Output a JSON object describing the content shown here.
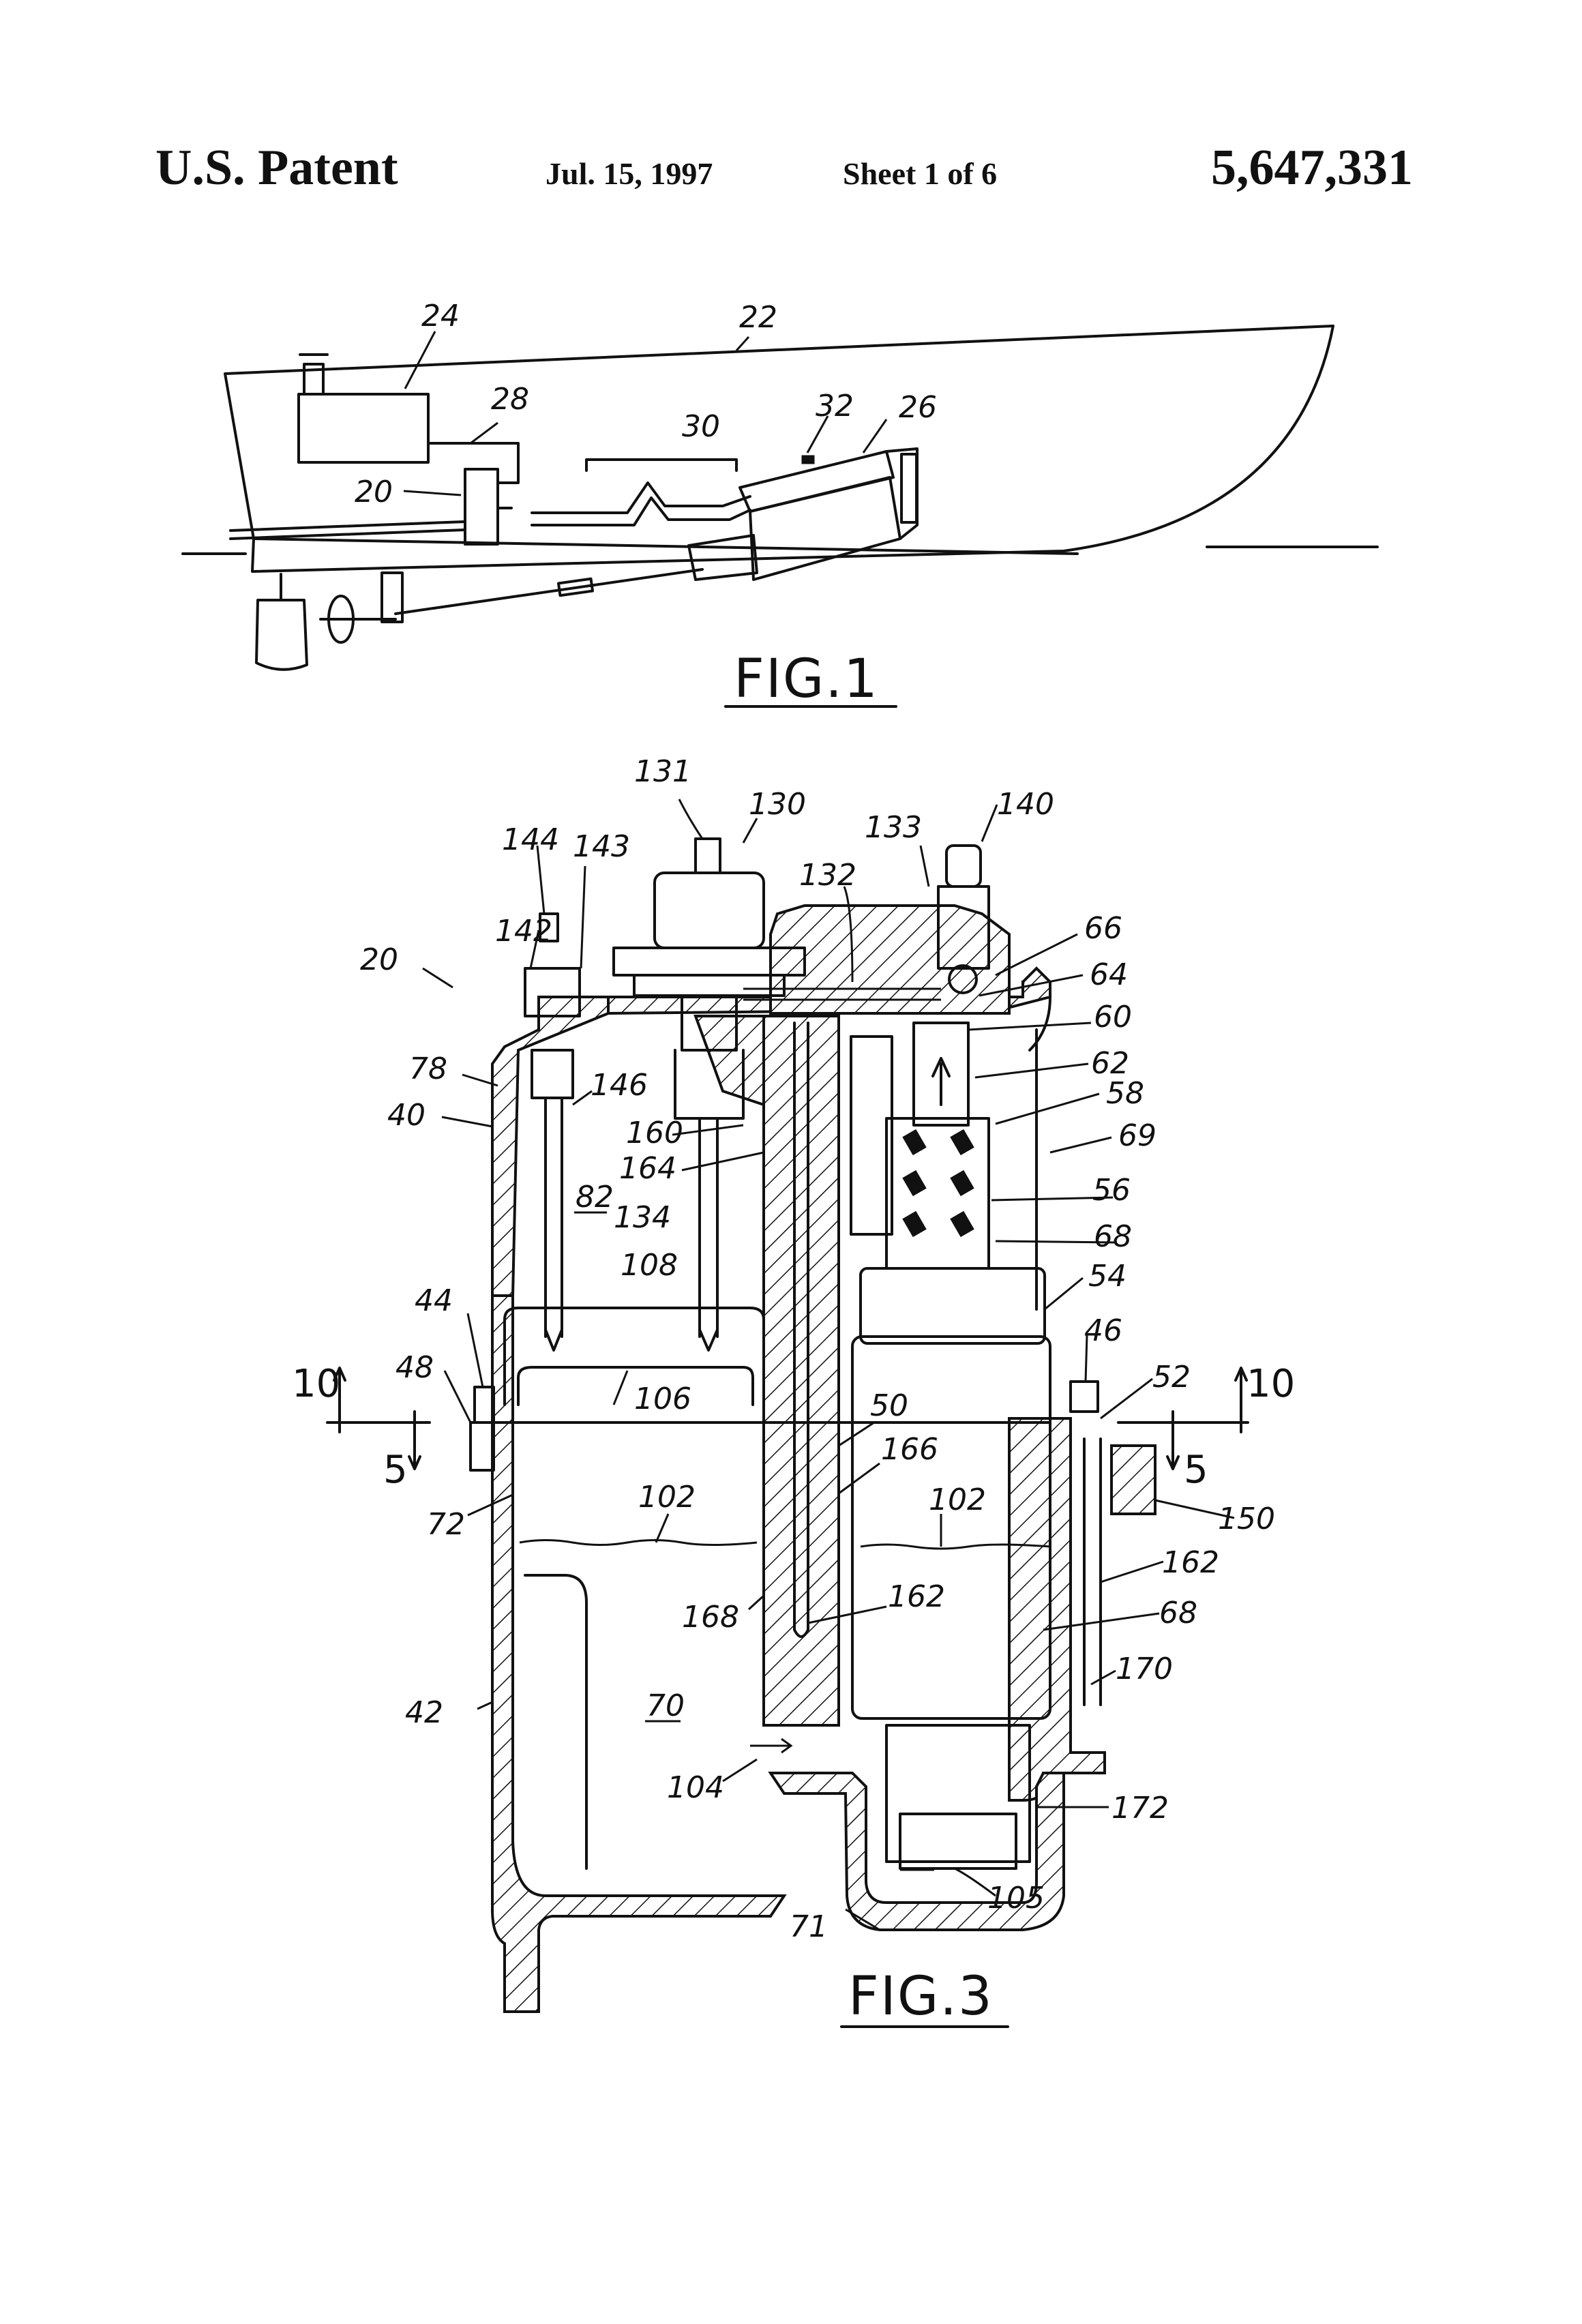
{
  "header": {
    "left": "U.S. Patent",
    "date": "Jul. 15, 1997",
    "sheet": "Sheet 1 of 6",
    "number": "5,647,331"
  },
  "figures": [
    {
      "label": "FIG.1",
      "refs": [
        "24",
        "22",
        "28",
        "30",
        "32",
        "26",
        "20"
      ]
    },
    {
      "label": "FIG.3",
      "refs": [
        "131",
        "130",
        "140",
        "133",
        "144",
        "143",
        "132",
        "142",
        "66",
        "20",
        "64",
        "60",
        "78",
        "146",
        "62",
        "40",
        "160",
        "58",
        "164",
        "69",
        "82",
        "134",
        "56",
        "108",
        "68",
        "54",
        "44",
        "46",
        "10",
        "48",
        "106",
        "52",
        "10",
        "50",
        "5",
        "166",
        "5",
        "72",
        "102",
        "102",
        "150",
        "162",
        "168",
        "162",
        "68",
        "170",
        "70",
        "42",
        "104",
        "172",
        "105",
        "71"
      ]
    }
  ]
}
